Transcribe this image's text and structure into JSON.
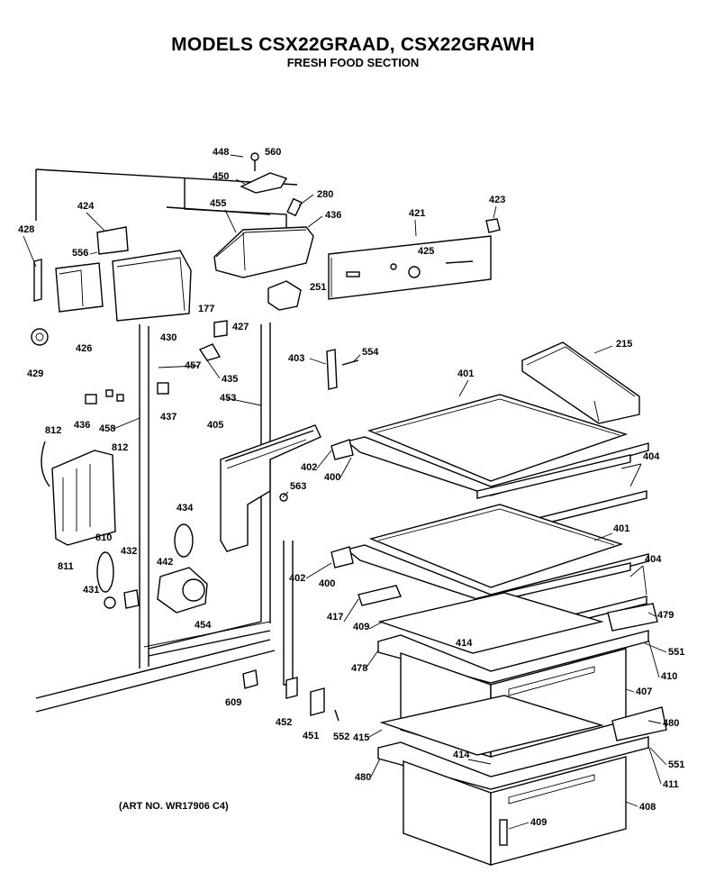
{
  "header": {
    "title": "MODELS CSX22GRAAD, CSX22GRAWH",
    "subtitle": "FRESH FOOD SECTION"
  },
  "footer": {
    "art_number": "(ART NO. WR17906 C4)"
  },
  "callouts": [
    "448",
    "560",
    "450",
    "280",
    "455",
    "436",
    "423",
    "421",
    "424",
    "426",
    "556",
    "425",
    "428",
    "430",
    "177",
    "427",
    "251",
    "429",
    "457",
    "435",
    "403",
    "554",
    "215",
    "401",
    "436",
    "453",
    "437",
    "458",
    "812",
    "405",
    "812",
    "402",
    "404",
    "400",
    "563",
    "434",
    "810",
    "432",
    "811",
    "442",
    "401",
    "402",
    "400",
    "404",
    "431",
    "417",
    "479",
    "409",
    "454",
    "414",
    "551",
    "478",
    "410",
    "407",
    "609",
    "452",
    "451",
    "552",
    "415",
    "480",
    "414",
    "551",
    "480",
    "411",
    "408",
    "409"
  ]
}
